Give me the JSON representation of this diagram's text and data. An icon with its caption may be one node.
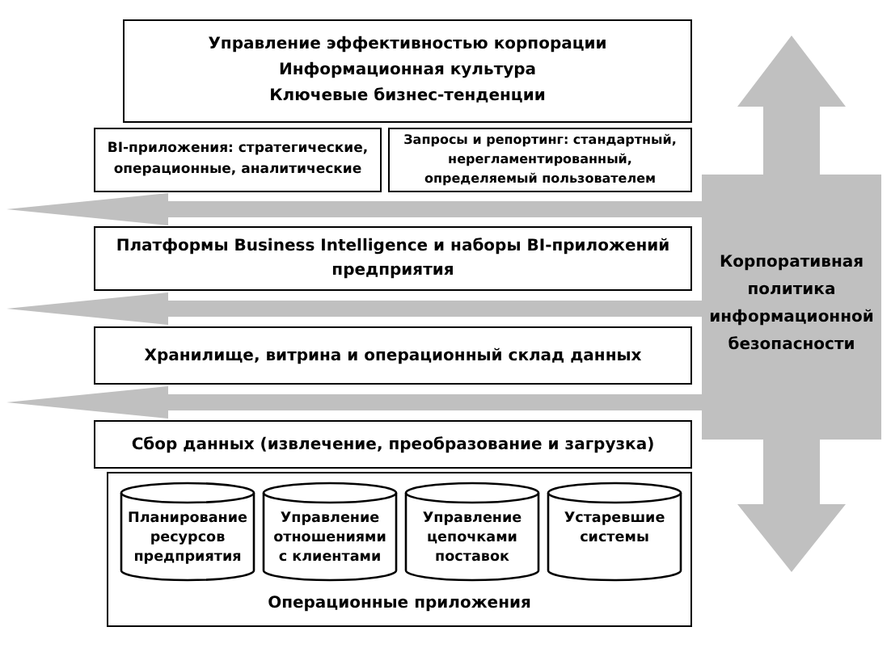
{
  "diagram": {
    "nodes": [
      {
        "text": [
          "Управление эффективностью корпорации",
          "Информационная культура",
          "Ключевые бизнес-тенденции"
        ]
      },
      {
        "text": [
          "BI-приложения: стратегические, операционные, аналитические"
        ]
      },
      {
        "text": [
          "Запросы и репортинг: стандартный, нерегламентированный, определяемый пользователем"
        ]
      },
      {
        "text": [
          "Платформы Business Intelligence и наборы BI-приложений предприятия"
        ]
      },
      {
        "text": [
          "Хранилище, витрина и операционный склад данных"
        ]
      },
      {
        "text": [
          "Сбор данных (извлечение, преобразование и загрузка)"
        ]
      },
      {
        "text": [
          "Операционные приложения"
        ]
      },
      {
        "text": [
          "Планирование ресурсов предприятия"
        ],
        "in": 6
      },
      {
        "text": [
          "Управление отношениями с клиентами"
        ],
        "in": 6
      },
      {
        "text": [
          "Управление цепочками поставок"
        ],
        "in": 6
      },
      {
        "text": [
          "Устаревшие системы"
        ],
        "in": 6
      },
      {
        "text": [
          "Корпоративная политика информационной безопасности"
        ]
      }
    ],
    "edges": [
      {
        "from": 11,
        "to": null,
        "arrow": "to"
      },
      {
        "from": 11,
        "to": null,
        "arrow": "to"
      },
      {
        "from": 11,
        "to": null,
        "arrow": "to"
      }
    ]
  }
}
